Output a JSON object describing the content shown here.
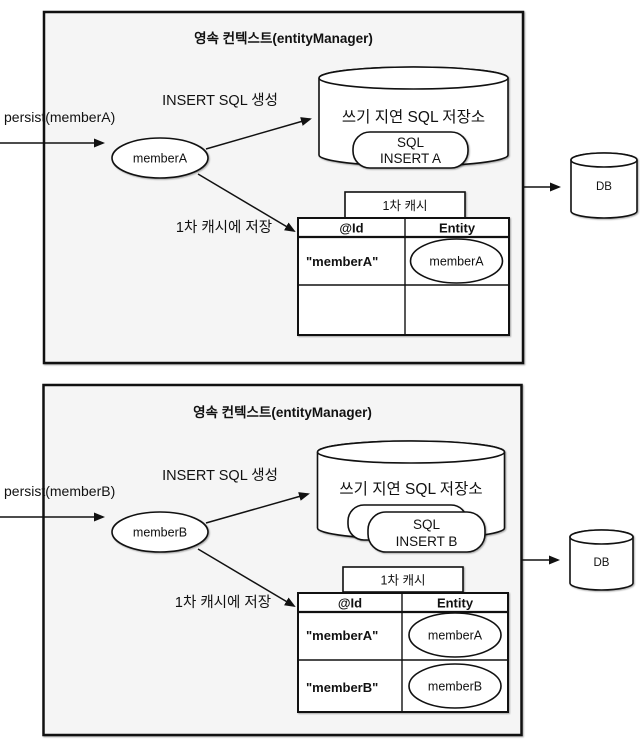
{
  "colors": {
    "context_box_fill": "#f5f5f5",
    "stroke": "#111111",
    "shape_fill": "#ffffff"
  },
  "top": {
    "title": "영속 컨텍스트(entityManager)",
    "persist_label": "persist(memberA)",
    "entity_label": "memberA",
    "insert_sql_label": "INSERT SQL 생성",
    "store_label": "쓰기 지연 SQL 저장소",
    "sql_item_line1": "SQL",
    "sql_item_line2": "INSERT A",
    "cache_title": "1차 캐시",
    "cache_store_label": "1차 캐시에 저장",
    "table": {
      "col_id": "@Id",
      "col_entity": "Entity",
      "rows": [
        {
          "id": "\"memberA\"",
          "entity": "memberA"
        },
        {
          "id": "",
          "entity": ""
        }
      ]
    },
    "db_label": "DB"
  },
  "bottom": {
    "title": "영속 컨텍스트(entityManager)",
    "persist_label": "persist(memberB)",
    "entity_label": "memberB",
    "insert_sql_label": "INSERT SQL 생성",
    "store_label": "쓰기 지연 SQL 저장소",
    "sql_item_line1": "SQL",
    "sql_item_line2": "INSERT B",
    "cache_title": "1차 캐시",
    "cache_store_label": "1차 캐시에 저장",
    "table": {
      "col_id": "@Id",
      "col_entity": "Entity",
      "rows": [
        {
          "id": "\"memberA\"",
          "entity": "memberA"
        },
        {
          "id": "\"memberB\"",
          "entity": "memberB"
        }
      ]
    },
    "db_label": "DB"
  }
}
